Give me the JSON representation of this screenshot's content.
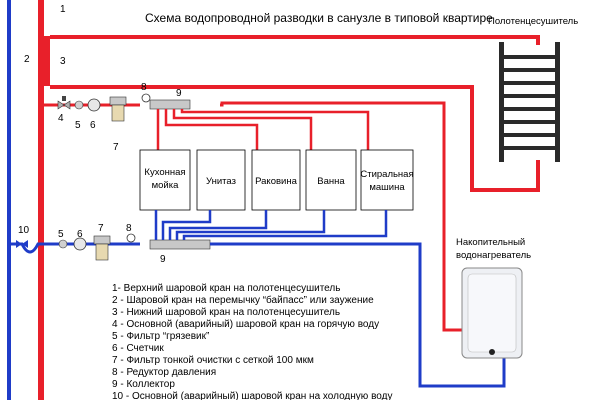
{
  "title": "Схема водопроводной разводки в санузле в типовой квартире",
  "towel_warmer": "Полотенцесушитель",
  "heater": [
    "Накопительный",
    "водонагреватель"
  ],
  "fixtures": [
    {
      "l1": "Кухонная",
      "l2": "мойка"
    },
    {
      "l1": "Унитаз",
      "l2": ""
    },
    {
      "l1": "Раковина",
      "l2": ""
    },
    {
      "l1": "Ванна",
      "l2": ""
    },
    {
      "l1": "Стиральная",
      "l2": "машина"
    }
  ],
  "callouts": {
    "n1": "1",
    "n2": "2",
    "n3": "3",
    "hot_4": "4",
    "hot_5": "5",
    "hot_6": "6",
    "hot_7": "7",
    "hot_8": "8",
    "hot_9": "9",
    "cold_10": "10",
    "cold_5": "5",
    "cold_6": "6",
    "cold_7": "7",
    "cold_8": "8",
    "cold_9": "9"
  },
  "legend": [
    "1- Верхний шаровой кран на полотенцесушитель",
    "2 - Шаровой кран на перемычку “байпасс” или заужение",
    "3 - Нижний шаровой кран на полотенцесушитель",
    "4 - Основной (аварийный) шаровой кран на горячую воду",
    "5 - Фильтр “грязевик”",
    "6 - Счетчик",
    "7 - Фильтр тонкой очистки с сеткой 100 мкм",
    "8 - Редуктор давления",
    "9 - Коллектор",
    "10 - Основной (аварийный) шаровой кран на холодную воду"
  ],
  "colors": {
    "hot": "#e8202a",
    "cold": "#1f3cc8",
    "line": "#000000"
  }
}
